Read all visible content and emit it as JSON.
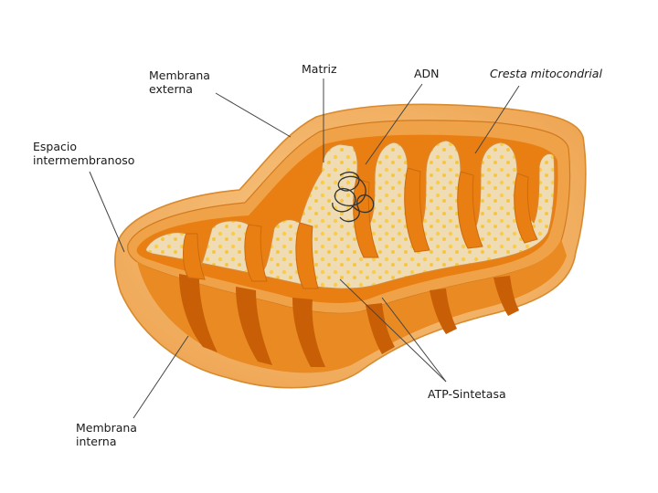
{
  "labels": {
    "membrana_externa": [
      "Membrana",
      "externa"
    ],
    "matriz": "Matriz",
    "adn": "ADN",
    "cresta": "Cresta mitocondrial",
    "espacio": [
      "Espacio",
      "intermembranoso"
    ],
    "atp": "ATP-Sintetasa",
    "membrana_interna": [
      "Membrana",
      "interna"
    ]
  },
  "colors": {
    "outer_membrane": "#f3b560",
    "intermembrane_space": "#f0a248",
    "inner_membrane_fold": "#e97f12",
    "inner_membrane_dark": "#c85e06",
    "matrix": "#efdcb5",
    "granules": "#f7cd4a",
    "dna": "#333333",
    "leader_lines": "#444444"
  }
}
